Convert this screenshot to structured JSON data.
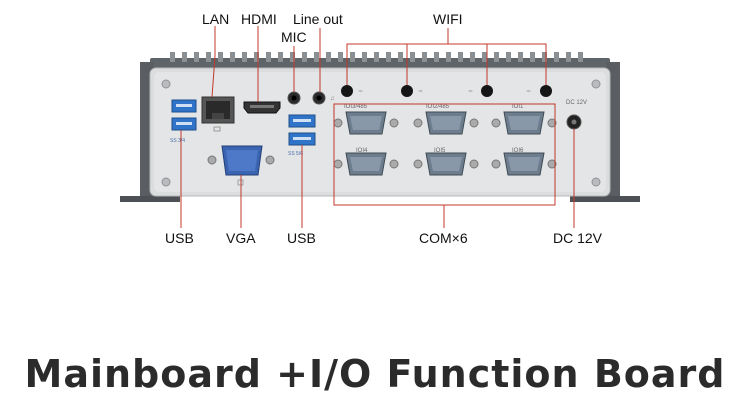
{
  "labels": {
    "lan": "LAN",
    "hdmi": "HDMI",
    "mic": "MIC",
    "line_out": "Line out",
    "wifi": "WIFI",
    "usb_left": "USB",
    "vga": "VGA",
    "usb_mid": "USB",
    "com": "COM×6",
    "dc": "DC 12V"
  },
  "panel_text": {
    "com1": "IOI3/485",
    "com2": "IOI2/485",
    "com3": "IOI1",
    "com4": "IOI4",
    "com5": "IOI5",
    "com6": "IOI6",
    "dc_label": "DC 12V",
    "usb_left_tag": "SS 3/4",
    "usb_mid_tag": "SS 5/6"
  },
  "title": "Mainboard +I/O Function Board",
  "colors": {
    "callout_line": "#c0392b",
    "panel": "#d9dadb",
    "port_blue": "#2f74c8",
    "title": "#2b2b2b"
  }
}
